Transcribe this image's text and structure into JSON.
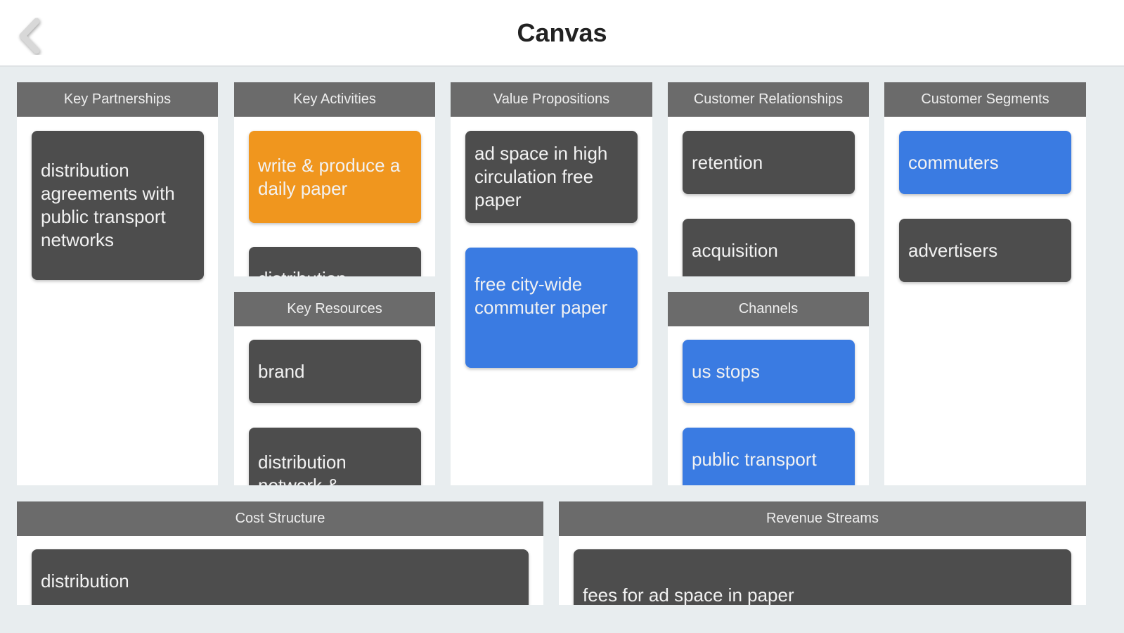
{
  "header": {
    "title": "Canvas",
    "back_icon": "chevron-left-icon"
  },
  "colors": {
    "header": "#6b6b6b",
    "dark_card": "#4d4d4d",
    "orange_card": "#f0961e",
    "blue_card": "#3a7be2"
  },
  "key_partnerships": {
    "title": "Key Partnerships",
    "cards": [
      "distribution agreements with public transport networks"
    ]
  },
  "key_activities": {
    "title": "Key Activities",
    "cards": [
      "write & produce a daily paper",
      "distribution"
    ]
  },
  "key_resources": {
    "title": "Key Resources",
    "cards": [
      "brand",
      "distribution network &"
    ]
  },
  "value_propositions": {
    "title": "Value Propositions",
    "cards": [
      "ad space in high circulation free paper",
      "free city-wide commuter paper"
    ]
  },
  "customer_relationships": {
    "title": "Customer Relationships",
    "cards": [
      "retention",
      "acquisition"
    ]
  },
  "channels": {
    "title": "Channels",
    "cards": [
      "us stops",
      "public transport"
    ]
  },
  "customer_segments": {
    "title": "Customer Segments",
    "cards": [
      "commuters",
      "advertisers"
    ]
  },
  "cost_structure": {
    "title": "Cost Structure",
    "cards": [
      "distribution"
    ]
  },
  "revenue_streams": {
    "title": "Revenue Streams",
    "cards": [
      "fees for ad space in paper"
    ]
  }
}
